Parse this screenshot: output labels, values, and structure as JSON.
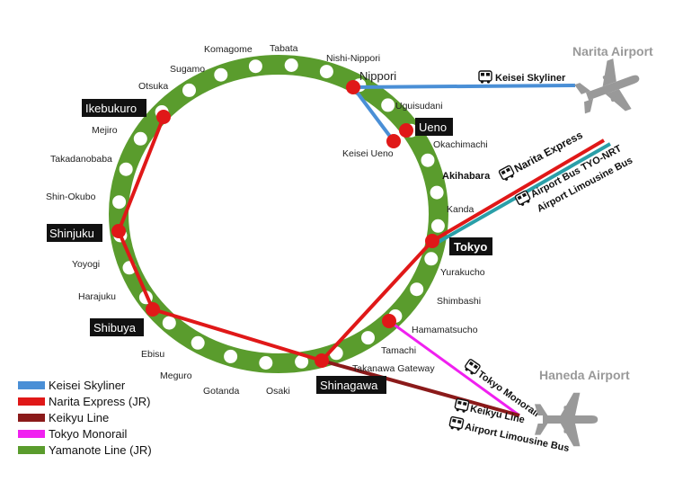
{
  "colors": {
    "yamanote": "#5a9c2d",
    "keisei": "#4a8fd6",
    "narita_express": "#e01818",
    "keikyu": "#8b1a1a",
    "monorail": "#f020f0",
    "limousine": "#2a9fa8",
    "hub": "#e01818",
    "airport": "#999999"
  },
  "stations": {
    "komagome": "Komagome",
    "tabata": "Tabata",
    "nishi_nippori": "Nishi-Nippori",
    "nippori": "Nippori",
    "sugamo": "Sugamo",
    "otsuka": "Otsuka",
    "uguisudani": "Uguisudani",
    "mejiro": "Mejiro",
    "keisei_ueno": "Keisei Ueno",
    "okachimachi": "Okachimachi",
    "takadanobaba": "Takadanobaba",
    "akihabara": "Akihabara",
    "shin_okubo": "Shin-Okubo",
    "kanda": "Kanda",
    "yoyogi": "Yoyogi",
    "yurakucho": "Yurakucho",
    "harajuku": "Harajuku",
    "shimbashi": "Shimbashi",
    "hamamatsucho": "Hamamatsucho",
    "tamachi": "Tamachi",
    "takanawa_gateway": "Takanawa Gateway",
    "ebisu": "Ebisu",
    "meguro": "Meguro",
    "gotanda": "Gotanda",
    "osaki": "Osaki"
  },
  "hubs": {
    "ikebukuro": "Ikebukuro",
    "ueno": "Ueno",
    "shinjuku": "Shinjuku",
    "tokyo": "Tokyo",
    "shibuya": "Shibuya",
    "shinagawa": "Shinagawa"
  },
  "routes": {
    "keisei_skyliner": "Keisei Skyliner",
    "narita_express": "Narita Express",
    "airport_bus_tyo_nrt": "Airport Bus TYO-NRT",
    "airport_limousine_bus": "Airport Limousine Bus",
    "tokyo_monorail": "Tokyo Monorail",
    "keikyu_line": "Keikyu Line",
    "airport_limousine_bus_haneda": "Airport Limousine Bus"
  },
  "airports": {
    "narita": "Narita Airport",
    "haneda": "Haneda Airport"
  },
  "legend": [
    {
      "label": "Keisei Skyliner",
      "color": "#4a8fd6"
    },
    {
      "label": "Narita Express (JR)",
      "color": "#e01818"
    },
    {
      "label": "Keikyu Line",
      "color": "#8b1a1a"
    },
    {
      "label": "Tokyo Monorail",
      "color": "#f020f0"
    },
    {
      "label": "Yamanote Line (JR)",
      "color": "#5a9c2d"
    }
  ],
  "icons": {
    "bus": "bus-icon",
    "train": "train-icon",
    "airplane": "airplane-icon"
  }
}
